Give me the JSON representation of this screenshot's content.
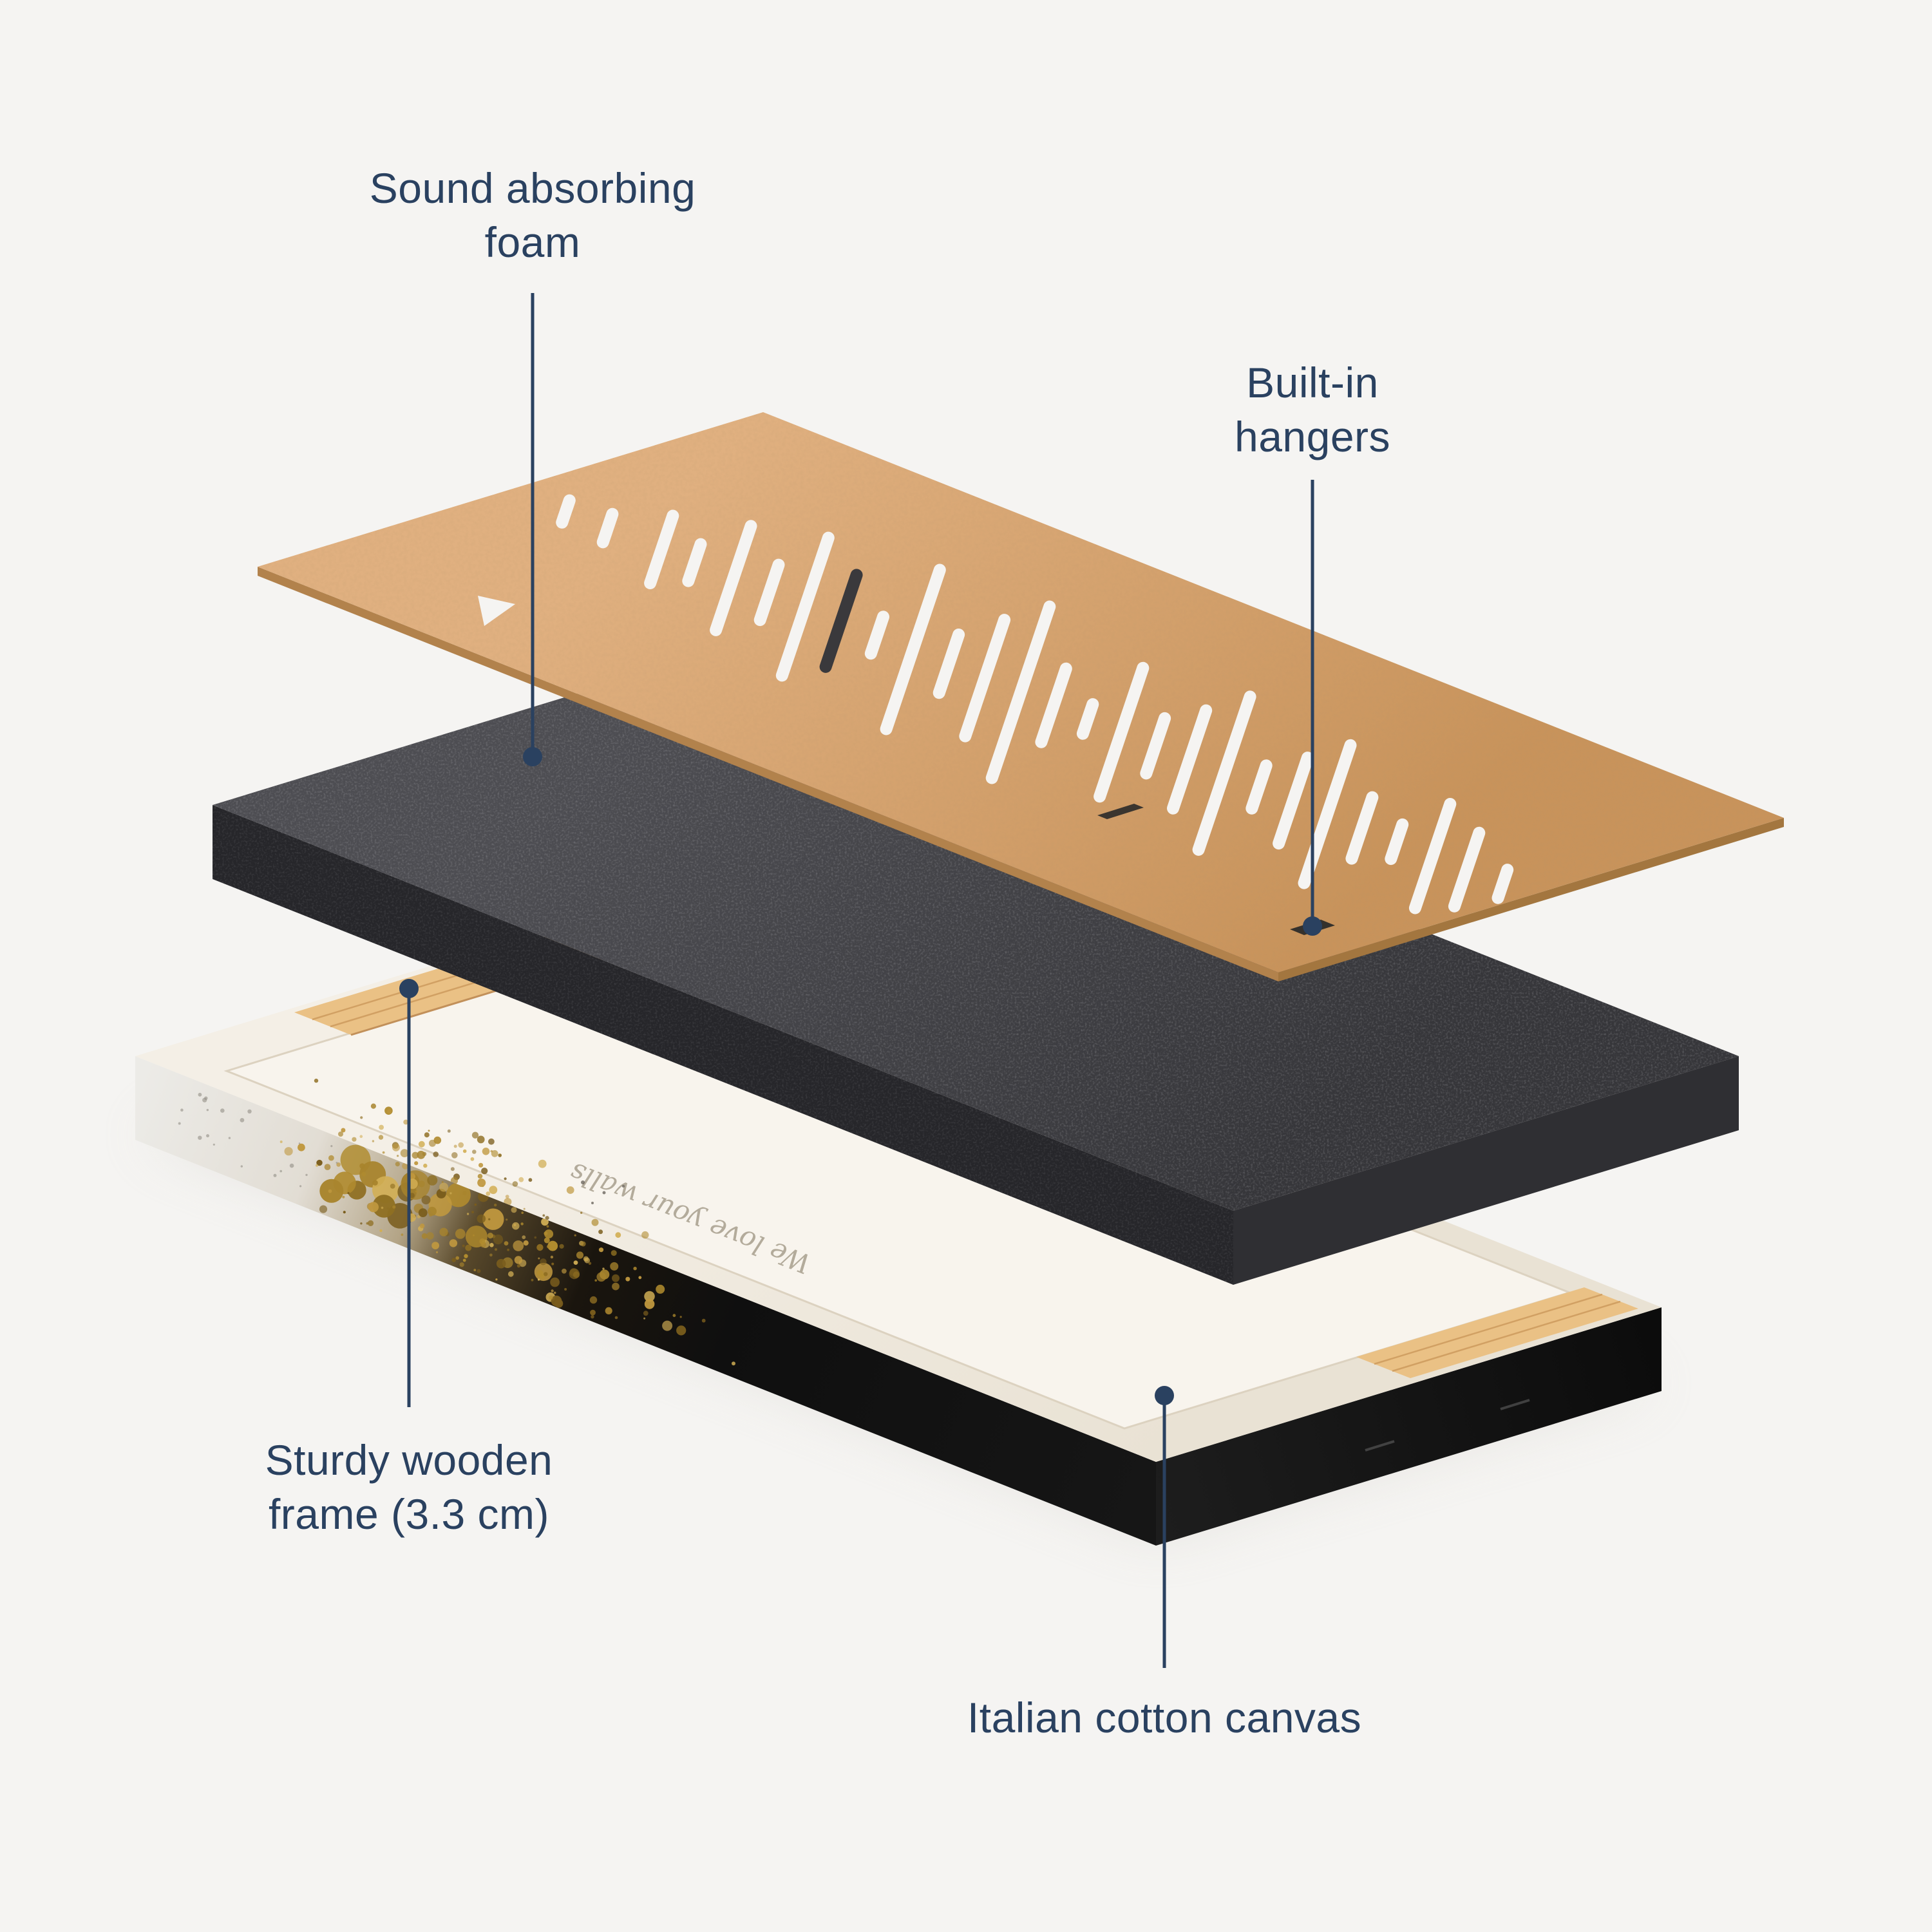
{
  "page": {
    "background_color": "#f5f4f2",
    "accent_color": "#2a4160"
  },
  "diagram": {
    "type": "exploded-product-diagram",
    "callouts": {
      "foam": {
        "line1": "Sound absorbing",
        "line2": "foam"
      },
      "hangers": {
        "line1": "Built-in",
        "line2": "hangers"
      },
      "frame": {
        "line1": "Sturdy wooden",
        "line2": "frame (3.3 cm)"
      },
      "canvas": {
        "line1": "Italian cotton canvas"
      }
    },
    "canvas_back_text": "We love your walls",
    "layers": [
      {
        "id": "hardboard",
        "name": "perforated-soundwave-board",
        "color": "#d7a271"
      },
      {
        "id": "foam",
        "name": "sound-absorbing-foam",
        "color": "#424246"
      },
      {
        "id": "canvas",
        "name": "canvas-on-wooden-frame",
        "color": "#f2ede3"
      }
    ],
    "soundwave_slots": [
      {
        "t": -760,
        "len": 36
      },
      {
        "t": -690,
        "len": 46
      },
      {
        "t": -600,
        "len": 110
      },
      {
        "t": -545,
        "len": 60
      },
      {
        "t": -480,
        "len": 170
      },
      {
        "t": -420,
        "len": 90
      },
      {
        "t": -360,
        "len": 225
      },
      {
        "t": -300,
        "len": 150,
        "dark": true
      },
      {
        "t": -240,
        "len": 60
      },
      {
        "t": -180,
        "len": 260
      },
      {
        "t": -120,
        "len": 95
      },
      {
        "t": -60,
        "len": 190
      },
      {
        "t": 0,
        "len": 280
      },
      {
        "t": 55,
        "len": 120
      },
      {
        "t": 112,
        "len": 48
      },
      {
        "t": 168,
        "len": 210
      },
      {
        "t": 225,
        "len": 90
      },
      {
        "t": 282,
        "len": 160
      },
      {
        "t": 340,
        "len": 250
      },
      {
        "t": 398,
        "len": 70
      },
      {
        "t": 455,
        "len": 140
      },
      {
        "t": 512,
        "len": 225
      },
      {
        "t": 570,
        "len": 100
      },
      {
        "t": 628,
        "len": 56
      },
      {
        "t": 688,
        "len": 170
      },
      {
        "t": 745,
        "len": 120
      },
      {
        "t": 805,
        "len": 46
      }
    ]
  }
}
